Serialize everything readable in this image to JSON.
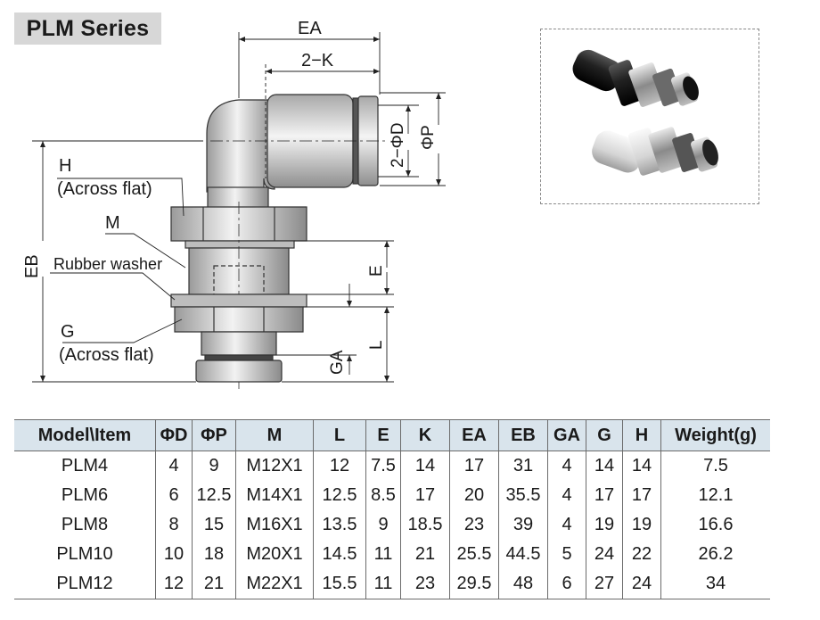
{
  "title": "PLM Series",
  "drawing_labels": {
    "ea": "EA",
    "two_k": "2−K",
    "two_phi_d": "2−ΦD",
    "phi_p": "ΦP",
    "h": "H",
    "h_note": "(Across flat)",
    "m": "M",
    "rubber_washer": "Rubber washer",
    "eb": "EB",
    "e": "E",
    "l": "L",
    "g": "G",
    "g_note": "(Across flat)",
    "ga": "GA"
  },
  "table": {
    "headers": [
      "Model\\Item",
      "ΦD",
      "ΦP",
      "M",
      "L",
      "E",
      "K",
      "EA",
      "EB",
      "GA",
      "G",
      "H",
      "Weight(g)"
    ],
    "rows": [
      [
        "PLM4",
        "4",
        "9",
        "M12X1",
        "12",
        "7.5",
        "14",
        "17",
        "31",
        "4",
        "14",
        "14",
        "7.5"
      ],
      [
        "PLM6",
        "6",
        "12.5",
        "M14X1",
        "12.5",
        "8.5",
        "17",
        "20",
        "35.5",
        "4",
        "17",
        "17",
        "12.1"
      ],
      [
        "PLM8",
        "8",
        "15",
        "M16X1",
        "13.5",
        "9",
        "18.5",
        "23",
        "39",
        "4",
        "19",
        "19",
        "16.6"
      ],
      [
        "PLM10",
        "10",
        "18",
        "M20X1",
        "14.5",
        "11",
        "21",
        "25.5",
        "44.5",
        "5",
        "24",
        "22",
        "26.2"
      ],
      [
        "PLM12",
        "12",
        "21",
        "M22X1",
        "15.5",
        "11",
        "23",
        "29.5",
        "48",
        "6",
        "27",
        "24",
        "34"
      ]
    ]
  }
}
